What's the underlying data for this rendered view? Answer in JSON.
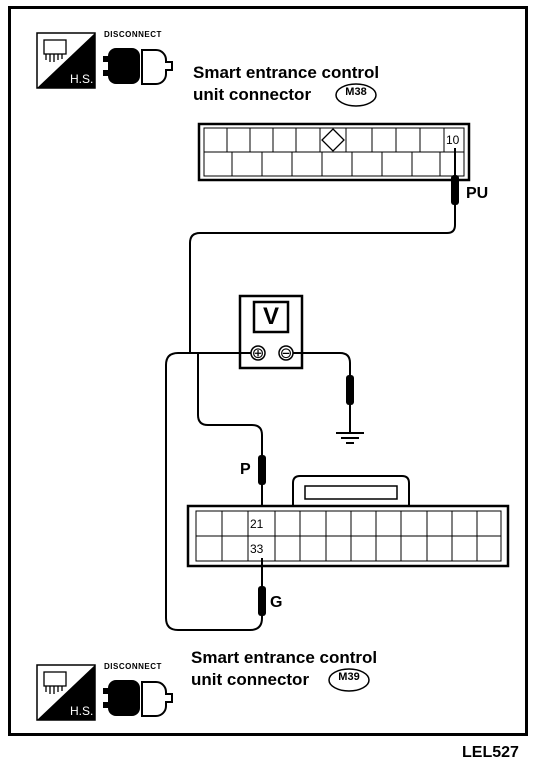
{
  "top": {
    "disconnect_label": "DISCONNECT",
    "hs_label": "H.S.",
    "title_line1": "Smart entrance control",
    "title_line2": "unit connector",
    "connector_id": "M38",
    "pin": "10",
    "wire_color": "PU"
  },
  "meter": {
    "label": "V",
    "plus": "⊕",
    "minus": "⊖"
  },
  "bottom": {
    "pin_upper": "21",
    "pin_lower": "33",
    "wire_upper": "P",
    "wire_lower": "G",
    "disconnect_label": "DISCONNECT",
    "hs_label": "H.S.",
    "title_line1": "Smart entrance control",
    "title_line2": "unit connector",
    "connector_id": "M39"
  },
  "figure_code": "LEL527"
}
